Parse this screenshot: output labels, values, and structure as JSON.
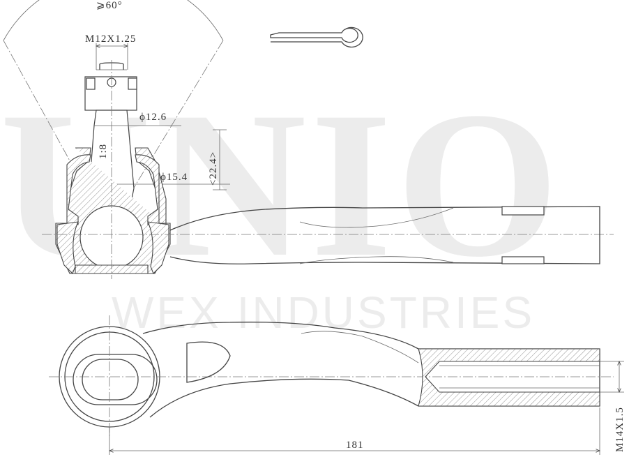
{
  "watermark": {
    "brand": "UNIO",
    "company": "WEX INDUSTRIES"
  },
  "dimensions": {
    "angle": "⩾60°",
    "stud_thread": "M12X1.25",
    "taper": "1:8",
    "dia_small": "ϕ12.6",
    "dia_large": "ϕ15.4",
    "taper_length": "<22.4>",
    "overall_length": "181",
    "inner_thread": "M14X1.5"
  }
}
